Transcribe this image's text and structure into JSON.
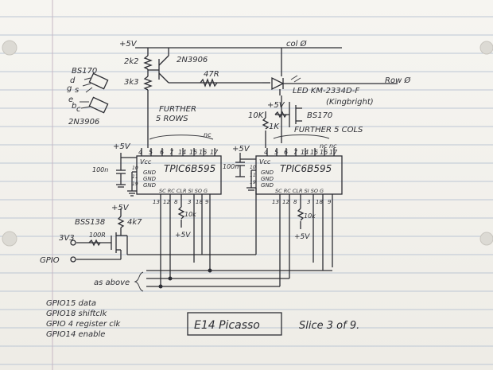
{
  "labels": {
    "plus5v_top": "+5V",
    "col0": "col Ø",
    "r2k2": "2k2",
    "q_top": "2N3906",
    "r3k3": "3k3",
    "r47": "47R",
    "row0": "Row Ø",
    "led": "LED  KM-2334D-F",
    "kingbright": "(Kingbright)",
    "bs170_legend": "BS170",
    "dgs": [
      "d",
      "g",
      "s"
    ],
    "ebc": [
      "e",
      "b",
      "c"
    ],
    "pnp_legend": "2N3906",
    "plus5v_mid": "+5V",
    "r10k_a": "10K",
    "r1k": "1K",
    "bs170_mid": "BS170",
    "further_rows": "FURTHER",
    "five_rows": "5 ROWS",
    "further_cols": "FURTHER 5 COLS",
    "plus5v_left": "+5V",
    "plus5v_center": "+5V",
    "c100n_left": "100n",
    "c100n_right": "100n",
    "ic_left": "TPIC6B595",
    "ic_right": "TPIC6B595",
    "pins_top_left": [
      "4",
      "5",
      "6",
      "7",
      "14",
      "15",
      "16",
      "17"
    ],
    "pins_top_right": [
      "4",
      "5",
      "6",
      "7",
      "14",
      "15",
      "16",
      "17"
    ],
    "nc": "nc",
    "nc_nc": "nc nc",
    "vcc": "Vcc",
    "gnd_labels": [
      "GND",
      "GND",
      "GND"
    ],
    "pin_nums_gnd": [
      "10",
      "11",
      "19"
    ],
    "pins_bottom_labels": "SC RC CLR SI SO G",
    "pins_bottom_left": [
      "13",
      "12",
      "8",
      "3",
      "18",
      "9"
    ],
    "pins_bottom_right": [
      "13",
      "12",
      "8",
      "3",
      "18",
      "9"
    ],
    "r10k_b": "10k",
    "r10k_c": "10k",
    "plus5v_b": "+5V",
    "plus5v_c": "+5V",
    "plus5v_bss": "+5V",
    "r4k7": "4k7",
    "bss138": "BSS138",
    "v3v3": "3V3",
    "r100r": "100R",
    "gpio0": "GPIO",
    "as_above": "as above",
    "gpio_notes": [
      "GPIO15 data",
      "GPIO18 shiftclk",
      "GPIO 4 register clk",
      "GPIO14 enable"
    ],
    "title": "E14 Picasso",
    "slice": "Slice 3 of 9."
  }
}
